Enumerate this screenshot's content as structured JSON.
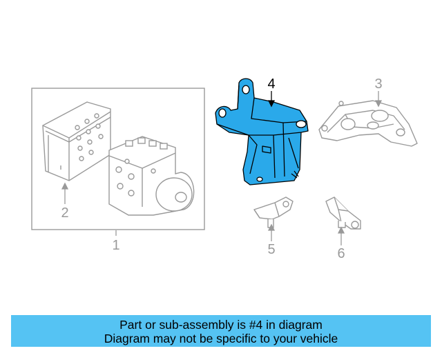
{
  "callouts": {
    "c1": "1",
    "c2": "2",
    "c3": "3",
    "c4": "4",
    "c5": "5",
    "c6": "6"
  },
  "highlighted_part": "4",
  "colors": {
    "highlight": "#2aa9ea",
    "outline": "#999999",
    "dark_outline": "#000000",
    "banner": "#55c3f3"
  },
  "banner": {
    "line1": "Part or sub-assembly is #4 in diagram",
    "line2": "Diagram may not be specific to your vehicle"
  }
}
